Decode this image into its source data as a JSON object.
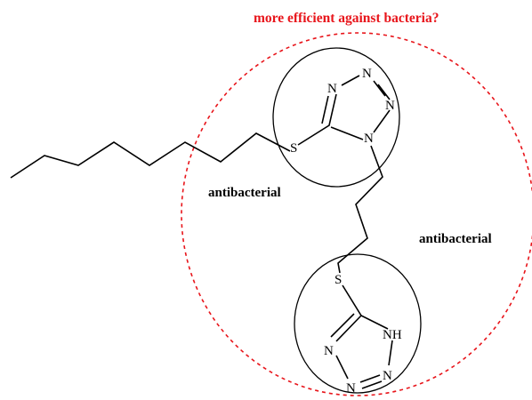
{
  "question": "more efficient against bacteria?",
  "label_upper": "antibacterial",
  "label_lower": "antibacterial",
  "atoms_upper_ring": {
    "n1": "N",
    "n2": "N",
    "n3": "N",
    "n4": "N",
    "s": "S"
  },
  "atoms_lower_ring": {
    "s": "S",
    "nh": "NH",
    "n1": "N",
    "n2": "N",
    "n3": "N"
  },
  "colors": {
    "highlight": "#e8151b",
    "structure": "#000000"
  }
}
